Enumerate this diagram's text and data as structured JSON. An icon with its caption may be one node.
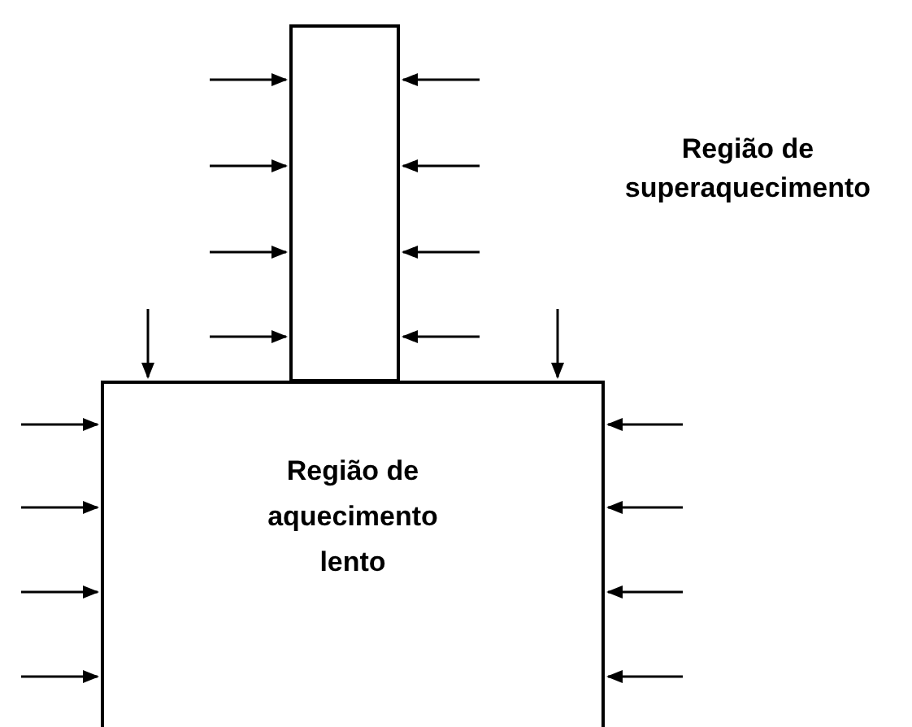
{
  "diagram": {
    "nodes": [
      {
        "text": [],
        "shape": "box"
      },
      {
        "text": [
          "Região de aquecimento lento"
        ]
      }
    ],
    "edges": [
      {
        "from": null,
        "to": 0,
        "arrow": "to"
      },
      {
        "from": null,
        "to": 0,
        "arrow": "to"
      },
      {
        "from": null,
        "to": 0,
        "arrow": "to"
      },
      {
        "from": null,
        "to": 0,
        "arrow": "to"
      },
      {
        "from": null,
        "to": 0,
        "arrow": "to"
      },
      {
        "from": null,
        "to": 0,
        "arrow": "to"
      },
      {
        "from": null,
        "to": 0,
        "arrow": "to"
      },
      {
        "from": null,
        "to": 0,
        "arrow": "to"
      },
      {
        "from": null,
        "to": 1,
        "arrow": "to"
      },
      {
        "from": null,
        "to": 1,
        "arrow": "to"
      },
      {
        "from": null,
        "to": 1,
        "arrow": "to"
      },
      {
        "from": null,
        "to": 1,
        "arrow": "to"
      },
      {
        "from": null,
        "to": 1,
        "arrow": "to"
      },
      {
        "from": null,
        "to": 1,
        "arrow": "to"
      },
      {
        "from": null,
        "to": 1,
        "arrow": "to"
      },
      {
        "from": null,
        "to": 1,
        "arrow": "to"
      },
      {
        "from": null,
        "to": 1,
        "arrow": "to"
      },
      {
        "from": null,
        "to": 1,
        "arrow": "to"
      }
    ],
    "labels": [
      "Região de superaquecimento"
    ]
  }
}
